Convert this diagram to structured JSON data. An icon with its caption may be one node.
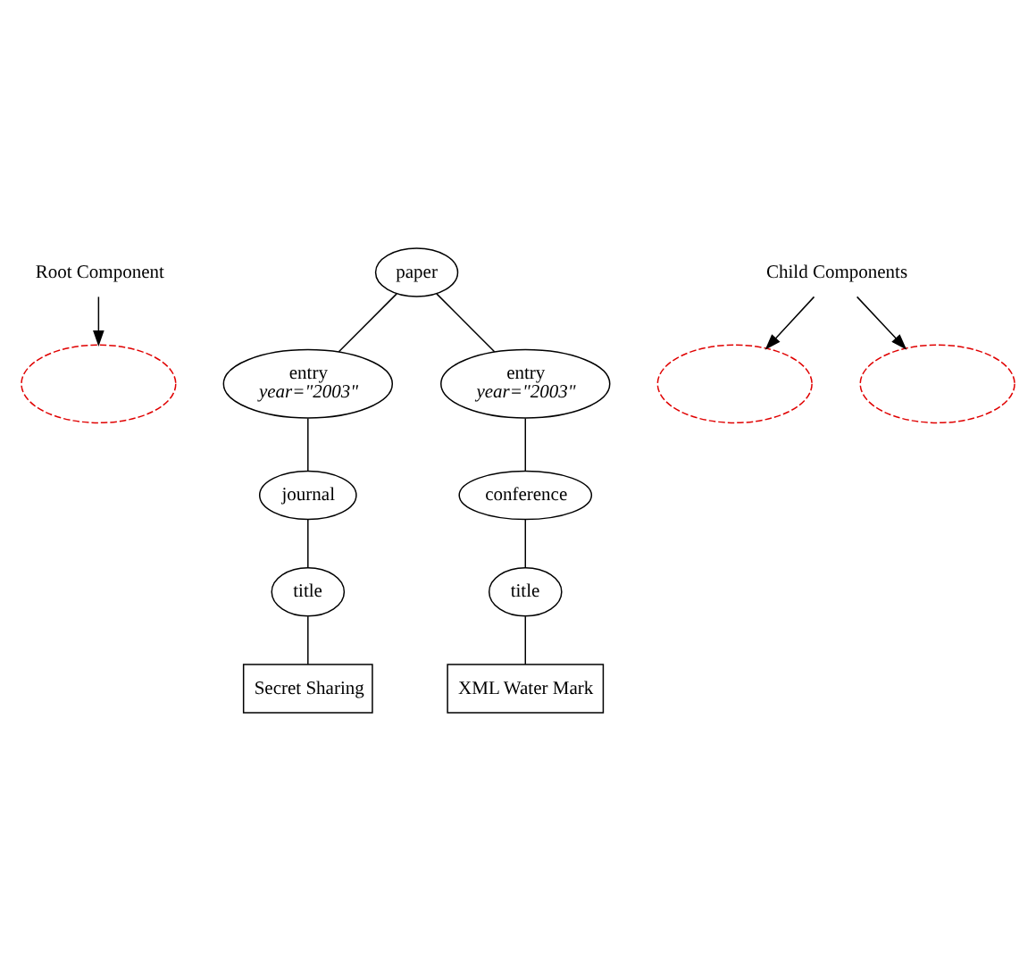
{
  "diagram": {
    "nodes": [
      {
        "text": [
          "Root Component"
        ]
      },
      {
        "text": [],
        "shape": "ellipse"
      },
      {
        "text": [
          "paper"
        ]
      },
      {
        "text": [],
        "shape": "ellipse"
      },
      {
        "text": [],
        "shape": "ellipse"
      },
      {
        "text": [
          "entry",
          "year=\"2003\""
        ]
      },
      {
        "text": [
          "entry",
          "year=\"2003\""
        ]
      },
      {
        "text": [
          "journal"
        ]
      },
      {
        "text": [
          "conference"
        ]
      },
      {
        "text": [
          "title"
        ]
      },
      {
        "text": [
          "title"
        ]
      },
      {
        "text": [
          "Secret Sharing"
        ]
      },
      {
        "text": [
          "XML Water Mark"
        ]
      },
      {
        "text": [
          "Child Components"
        ]
      }
    ],
    "edges": [
      {
        "from": 2,
        "to": 5,
        "arrow": "none"
      },
      {
        "from": 2,
        "to": 6,
        "arrow": "none"
      },
      {
        "from": 5,
        "to": 7,
        "arrow": "none"
      },
      {
        "from": 7,
        "to": 9,
        "arrow": "none"
      },
      {
        "from": 9,
        "to": 11,
        "arrow": "none"
      },
      {
        "from": 6,
        "to": 8,
        "arrow": "none"
      },
      {
        "from": 8,
        "to": 10,
        "arrow": "none"
      },
      {
        "from": 10,
        "to": 12,
        "arrow": "none"
      },
      {
        "from": 0,
        "to": 1,
        "arrow": "to"
      },
      {
        "from": 13,
        "to": 3,
        "arrow": "to"
      },
      {
        "from": 13,
        "to": 4,
        "arrow": "to"
      }
    ]
  }
}
